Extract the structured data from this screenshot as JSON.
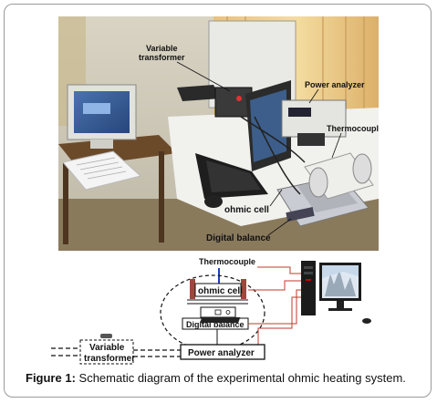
{
  "photo": {
    "labels": {
      "variable_transformer_line1": "Variable",
      "variable_transformer_line2": "transformer",
      "power_analyzer": "Power analyzer",
      "thermocouple": "Thermocouple",
      "ohmic_cell": "ohmic cell",
      "digital_balance": "Digital balance"
    }
  },
  "schematic": {
    "thermocouple": "Thermocouple",
    "ohmic_cell": "ohmic cell",
    "digital_balance": "Digital balance",
    "variable_transformer_line1": "Variable",
    "variable_transformer_line2": "transformer",
    "power_analyzer": "Power analyzer"
  },
  "caption": {
    "prefix": "Figure 1:",
    "text": " Schematic diagram of the experimental ohmic heating system."
  },
  "colors": {
    "wire_red": "#c0392b",
    "thermocouple_blue": "#1f3fb8",
    "frame_border": "#9a9a9a"
  }
}
